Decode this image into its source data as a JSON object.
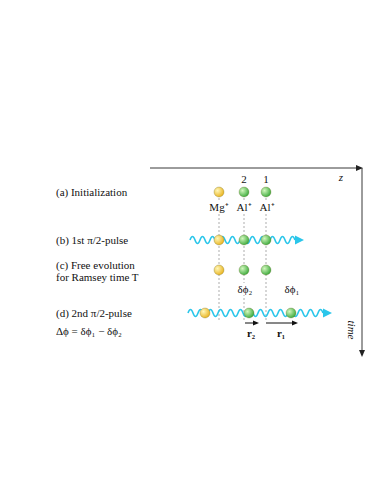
{
  "diagram": {
    "labels": [
      "z",
      "(a) Initialization",
      "2",
      "1",
      "Mg⁺",
      "Al⁺",
      "Al⁺",
      "(b) 1st π/2-pulse",
      "(c) Free evolution for Ramsey time T",
      "δϕ₂",
      "δϕ₁",
      "(d) 2nd π/2-pulse",
      "Δϕ = δϕ₁ − δϕ₂",
      "r₂",
      "r₁",
      "time"
    ]
  }
}
